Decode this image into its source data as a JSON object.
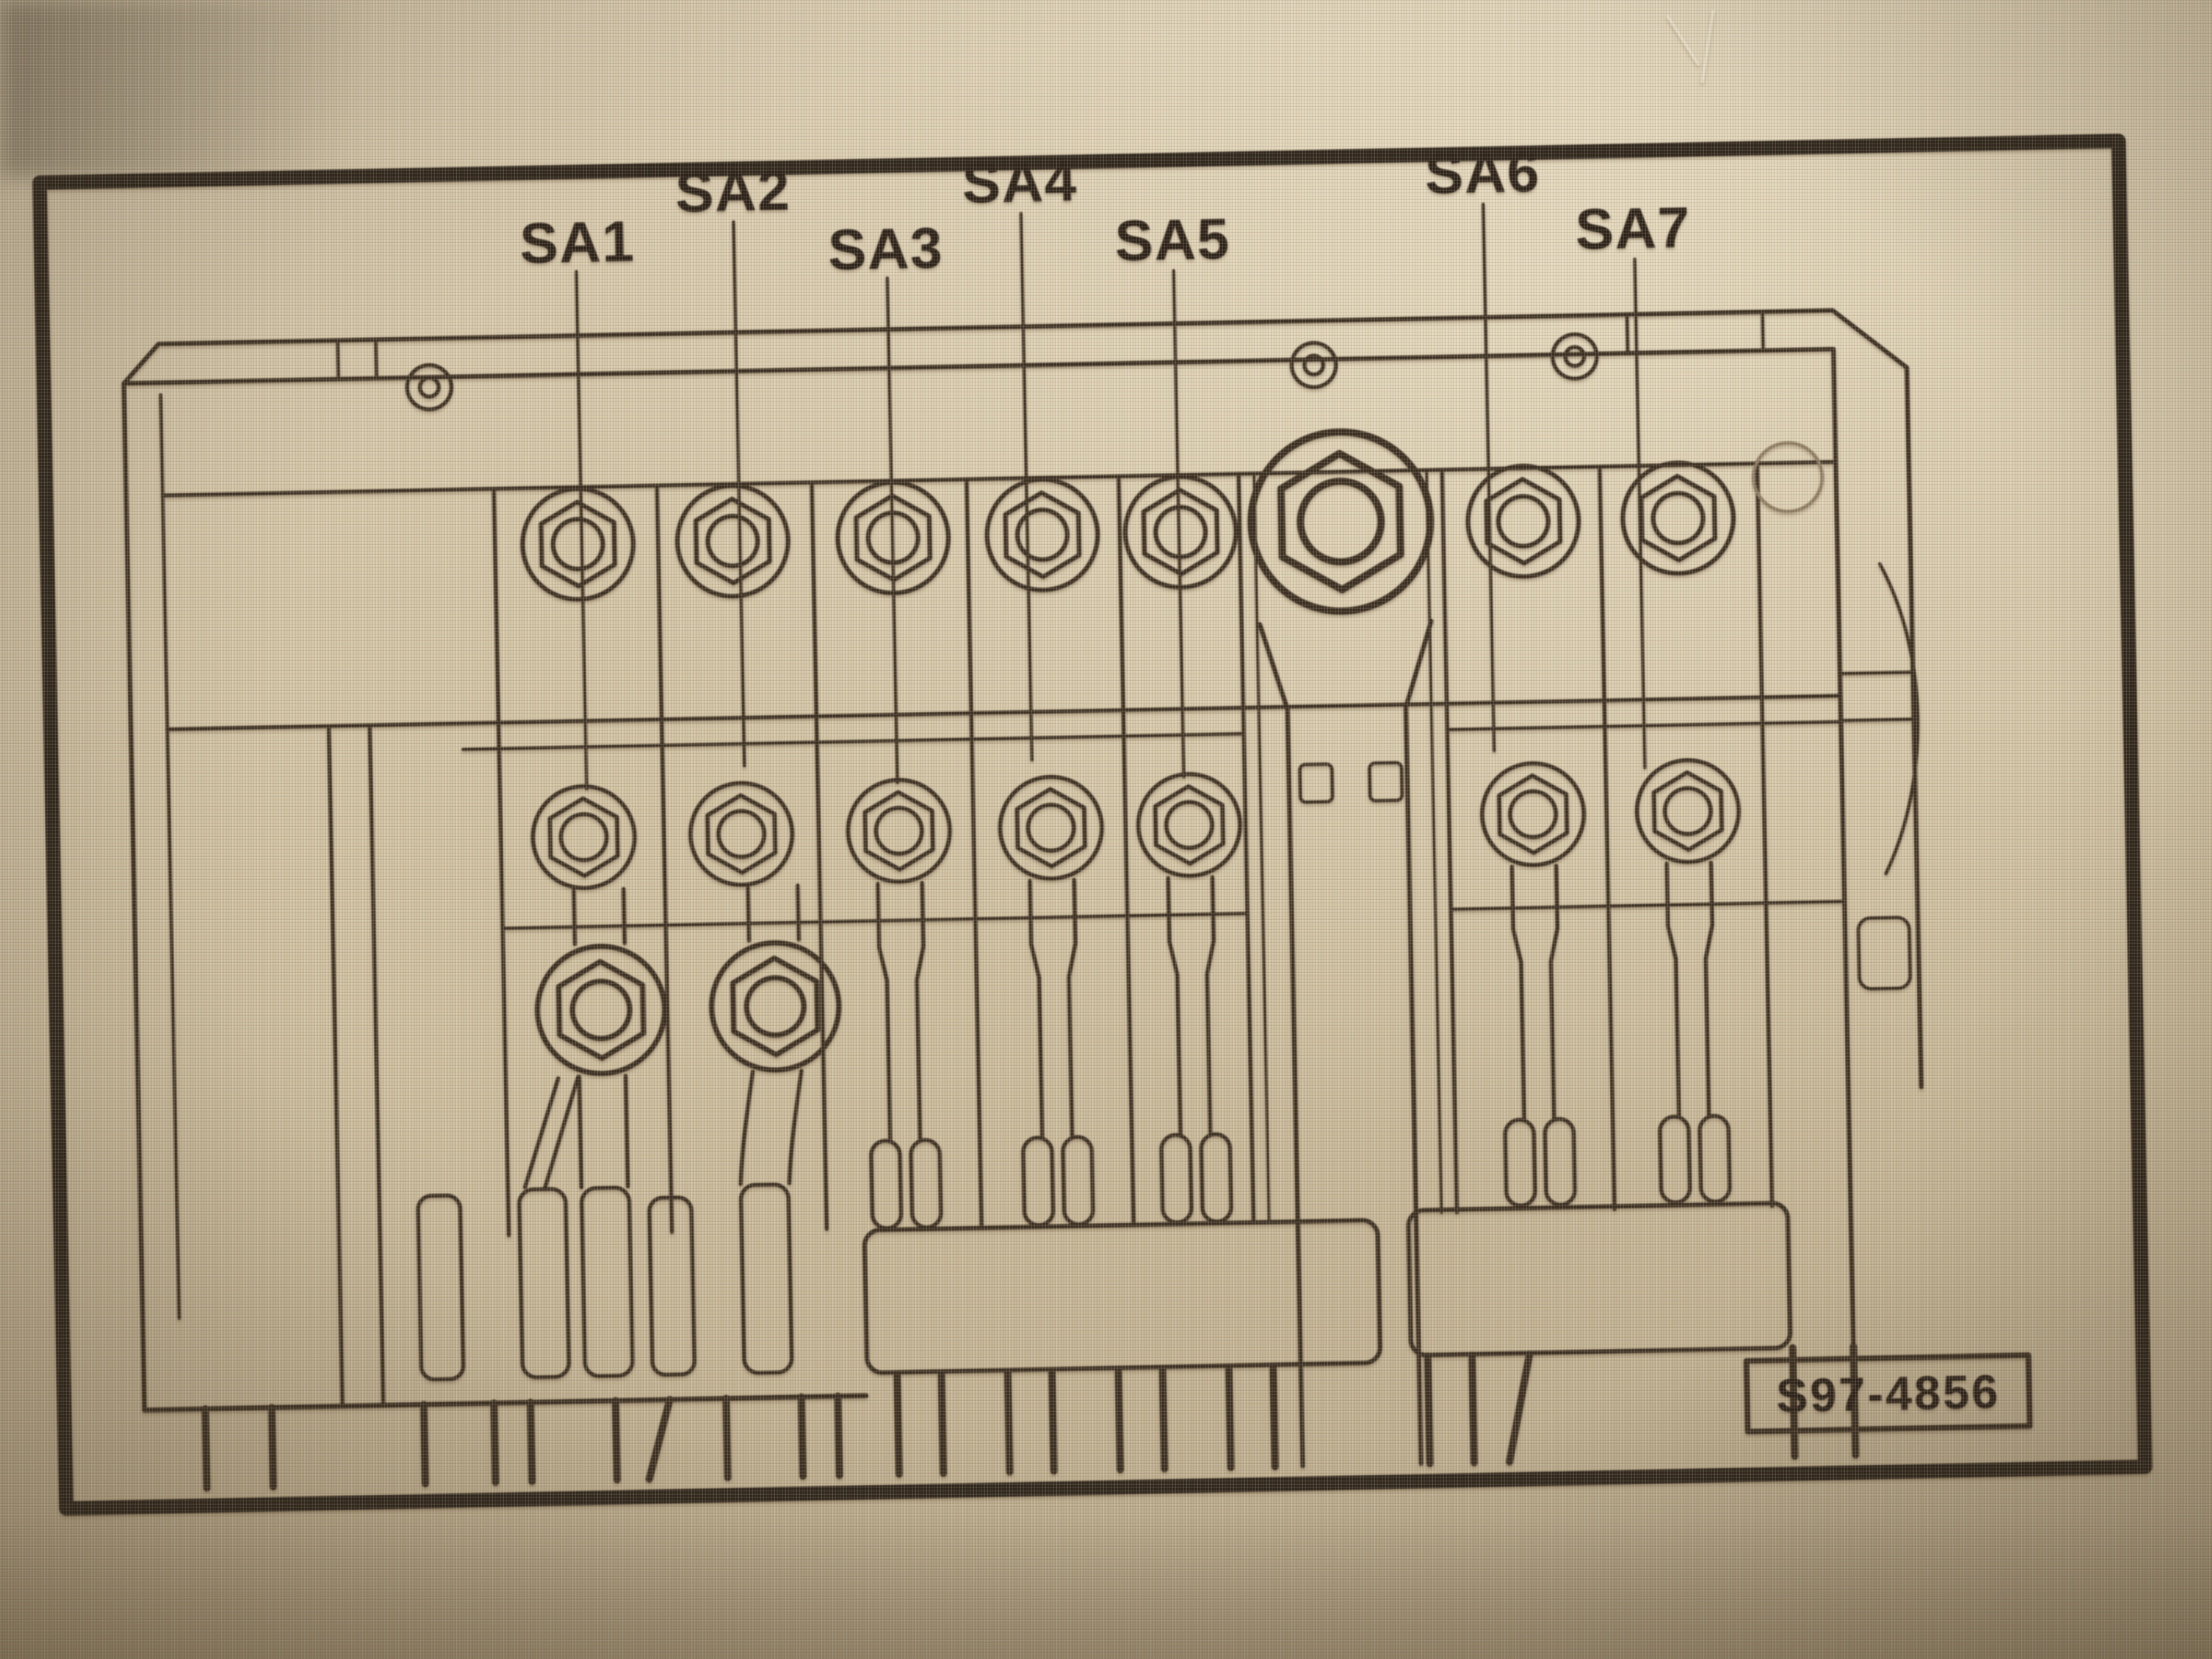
{
  "colors": {
    "paper_beige": "#d6c8aa",
    "line_ink": "#3a2e21",
    "frame_border": "#2e251b",
    "label_text": "#2b2118"
  },
  "diagram": {
    "fuse_labels": [
      "SA1",
      "SA2",
      "SA3",
      "SA4",
      "SA5",
      "SA6",
      "SA7"
    ],
    "reference_code": "S97-4856"
  }
}
